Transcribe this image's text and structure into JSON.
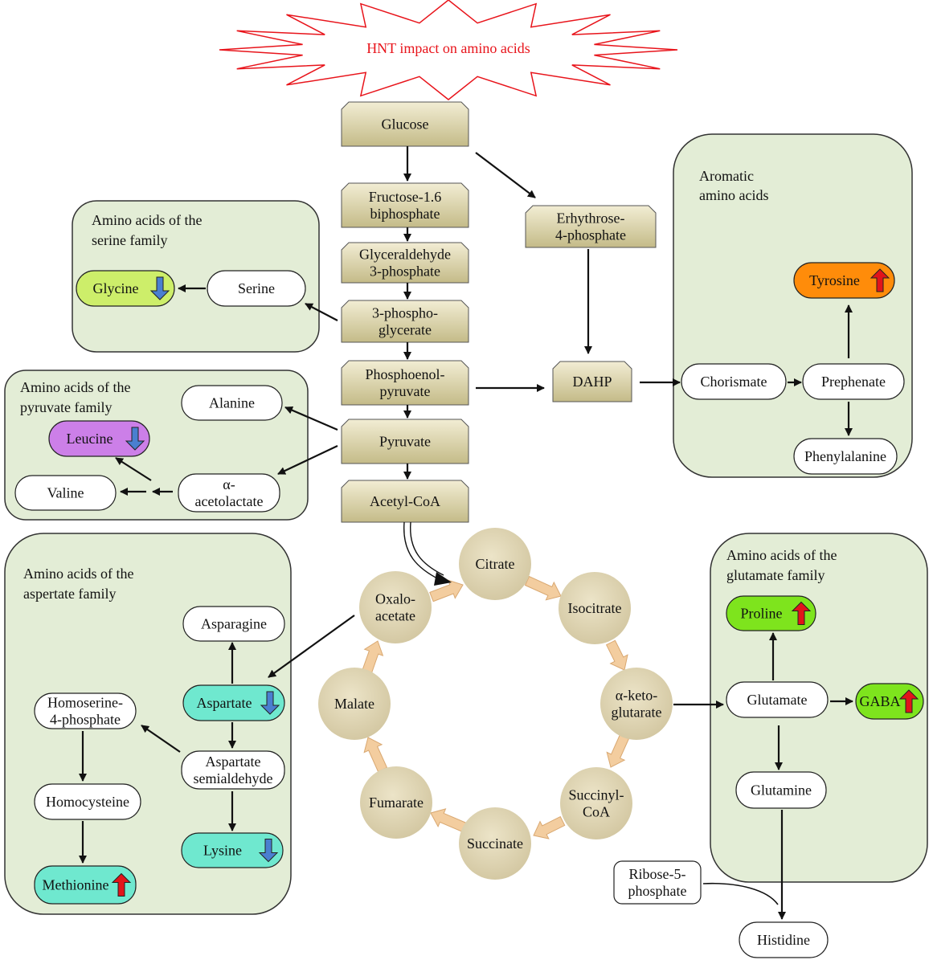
{
  "title": "HNT impact on amino acids",
  "colors": {
    "panel_fill": "#e3edd6",
    "panel_stroke": "#333333",
    "tan_box_top": "#f1ecd2",
    "tan_box_bottom": "#c6bd8c",
    "circle_fill": "#ddd3b4",
    "hollow_arrow": "#f2c99b",
    "title_red": "#e8141b",
    "glycine": "#cdee6a",
    "leucine": "#cc7fe8",
    "tyrosine": "#ff8c0a",
    "proline_gaba": "#7ee41d",
    "aspartate_family": "#6fe8cf",
    "arrow_up": "#e1141a",
    "arrow_down": "#4a7fd0"
  },
  "families": {
    "serine": [
      "Amino acids of the",
      "serine family"
    ],
    "pyruvate": [
      "Amino acids of the",
      "pyruvate family"
    ],
    "aromatic": [
      "Aromatic",
      "amino acids"
    ],
    "aspartate": [
      "Amino acids of the",
      "aspertate family"
    ],
    "glutamate": [
      "Amino acids of the",
      "glutamate family"
    ]
  },
  "pathway": {
    "glucose": [
      "Glucose"
    ],
    "fructose": [
      "Fructose-1.6",
      "biphosphate"
    ],
    "glyceraldehyde": [
      "Glyceraldehyde",
      "3-phosphate"
    ],
    "phosphoglycerate": [
      "3-phospho-",
      "glycerate"
    ],
    "pep": [
      "Phosphoenol-",
      "pyruvate"
    ],
    "pyruvate": [
      "Pyruvate"
    ],
    "acetylcoa": [
      "Acetyl-CoA"
    ],
    "erythrose": [
      "Erhythrose-",
      "4-phosphate"
    ],
    "dahp": [
      "DAHP"
    ]
  },
  "nodes": {
    "glycine": [
      "Glycine"
    ],
    "serine": [
      "Serine"
    ],
    "alanine": [
      "Alanine"
    ],
    "leucine": [
      "Leucine"
    ],
    "valine": [
      "Valine"
    ],
    "acetolactate": [
      "α-",
      "acetolactate"
    ],
    "tyrosine": [
      "Tyrosine"
    ],
    "chorismate": [
      "Chorismate"
    ],
    "prephenate": [
      "Prephenate"
    ],
    "phenylalanine": [
      "Phenylalanine"
    ],
    "asparagine": [
      "Asparagine"
    ],
    "aspartate": [
      "Aspartate"
    ],
    "homoserine": [
      "Homoserine-",
      "4-phosphate"
    ],
    "aspsemi": [
      "Aspartate",
      "semialdehyde"
    ],
    "homocysteine": [
      "Homocysteine"
    ],
    "lysine": [
      "Lysine"
    ],
    "methionine": [
      "Methionine"
    ],
    "proline": [
      "Proline"
    ],
    "glutamate": [
      "Glutamate"
    ],
    "gaba": [
      "GABA"
    ],
    "glutamine": [
      "Glutamine"
    ],
    "ribose": [
      "Ribose-5-",
      "phosphate"
    ],
    "histidine": [
      "Histidine"
    ]
  },
  "tca": {
    "citrate": [
      "Citrate"
    ],
    "isocitrate": [
      "Isocitrate"
    ],
    "ketoglutarate": [
      "α-keto-",
      "glutarate"
    ],
    "succinylcoa": [
      "Succinyl-",
      "CoA"
    ],
    "succinate": [
      "Succinate"
    ],
    "fumarate": [
      "Fumarate"
    ],
    "malate": [
      "Malate"
    ],
    "oxaloacetate": [
      "Oxalo-",
      "acetate"
    ]
  },
  "changes": {
    "glycine": "down",
    "leucine": "down",
    "tyrosine": "up",
    "aspartate": "down",
    "lysine": "down",
    "methionine": "up",
    "proline": "up",
    "gaba": "up"
  }
}
